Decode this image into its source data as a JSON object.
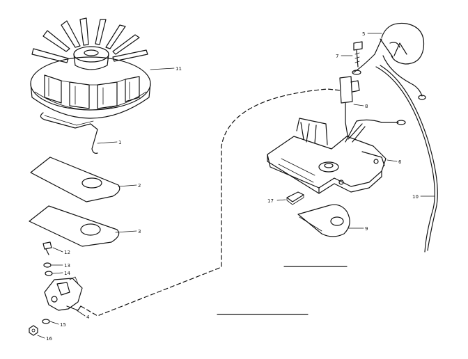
{
  "callouts": {
    "flywheel": "11",
    "spring_clip": "1",
    "gasket_upper": "2",
    "gasket_lower": "3",
    "screw": "12",
    "lock_washer": "13",
    "washer": "14",
    "breaker_points": "4",
    "washer_small": "15",
    "nut": "16",
    "coil": "5",
    "coil_screw": "7",
    "condenser": "8",
    "stator_plate": "6",
    "felt_wick": "17",
    "cam_cover": "9",
    "ground_wire": "10"
  }
}
